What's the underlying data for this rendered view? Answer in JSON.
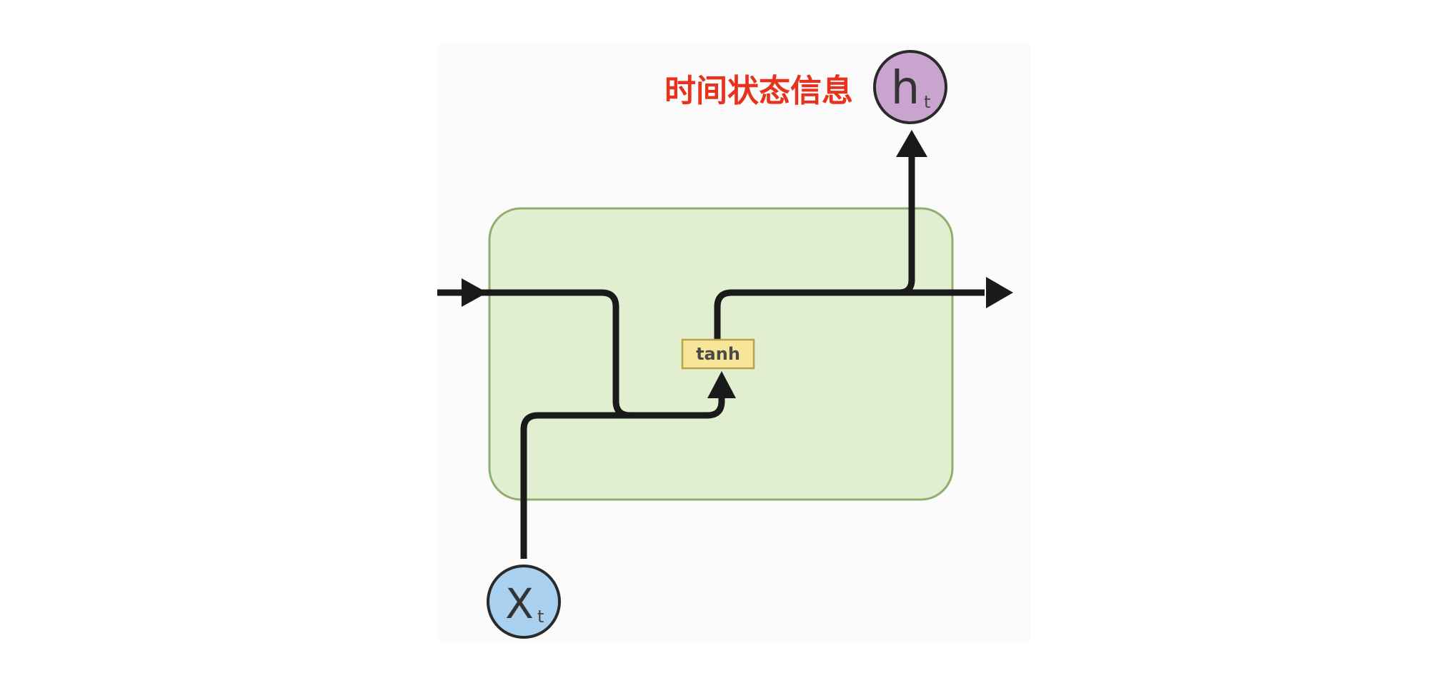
{
  "annotation": {
    "text": "时间状态信息",
    "color": "#e8321e"
  },
  "nodes": {
    "output": {
      "main": "h",
      "sub": "t",
      "fill": "#c9a4cf"
    },
    "input": {
      "main": "X",
      "sub": "t",
      "fill": "#a9d0ef"
    }
  },
  "cell": {
    "fill": "#e2eed0",
    "stroke": "#8fae72"
  },
  "activation": {
    "label": "tanh",
    "fill": "#f7e59a",
    "stroke": "#b8a24a"
  }
}
